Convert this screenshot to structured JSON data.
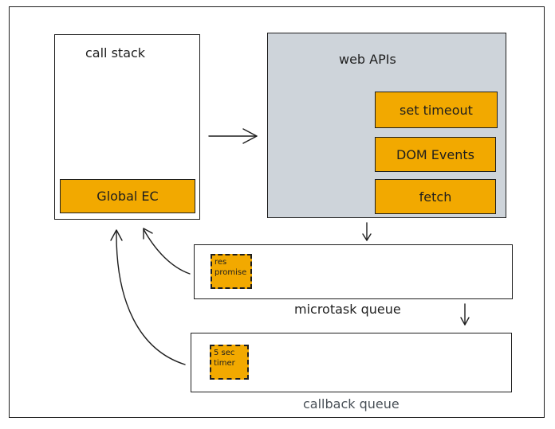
{
  "call_stack": {
    "title": "call stack",
    "items": [
      "Global EC"
    ]
  },
  "web_apis": {
    "title": "web APIs",
    "items": [
      "set timeout",
      "DOM Events",
      "fetch"
    ]
  },
  "microtask_queue": {
    "label": "microtask queue",
    "items": [
      "res promise"
    ]
  },
  "callback_queue": {
    "label": "callback queue",
    "items": [
      "5 sec timer"
    ]
  },
  "colors": {
    "task_fill": "#f2a900",
    "web_api_bg": "#ced4da",
    "callback_label": "#495057"
  }
}
